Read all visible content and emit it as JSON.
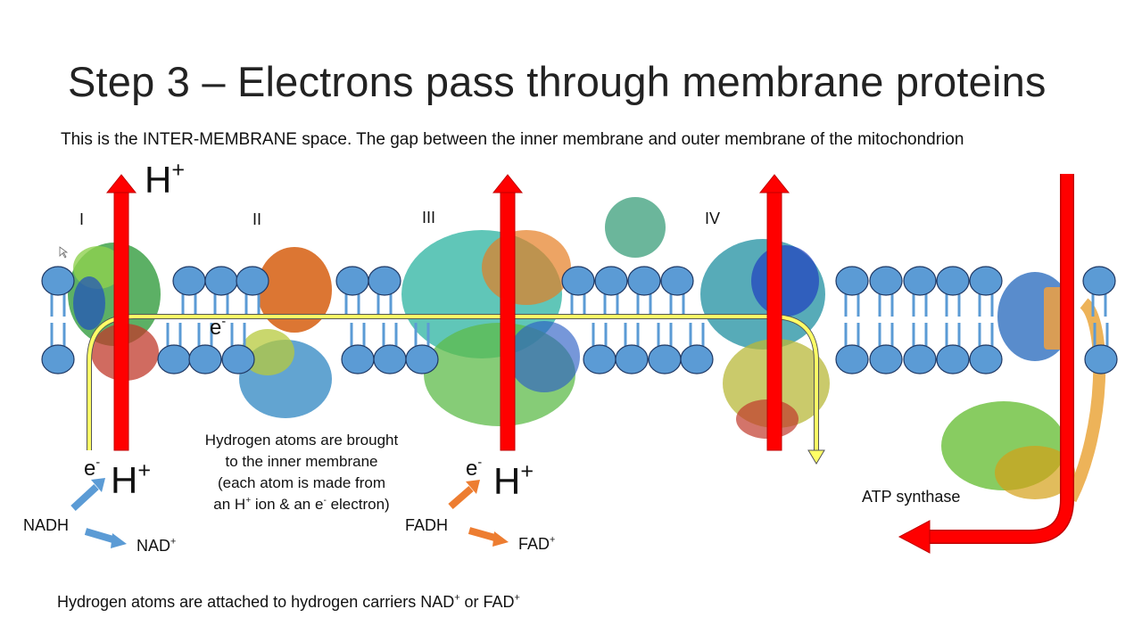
{
  "title": "Step 3 – Electrons pass through membrane proteins",
  "subtitle": "This is the INTER-MEMBRANE space. The gap between the inner membrane and outer membrane of the mitochondrion",
  "complex_labels": [
    "I",
    "II",
    "III",
    "IV"
  ],
  "proton": {
    "symbol": "H",
    "charge": "+"
  },
  "electron": {
    "symbol": "e",
    "charge": "-"
  },
  "explanation": {
    "line1": "Hydrogen atoms are brought",
    "line2": "to the inner membrane",
    "line3": "(each atom is made from",
    "line4_a": "an H",
    "line4_b": " ion  & an e",
    "line4_c": " electron)"
  },
  "carriers": {
    "nadh": "NADH",
    "nad": "NAD",
    "fadh": "FADH",
    "fad": "FAD"
  },
  "atp_synthase": "ATP synthase",
  "footer": {
    "part1": "Hydrogen atoms are attached to hydrogen carriers NAD",
    "part2": " or FAD"
  },
  "colors": {
    "phospholipid_head": "#5b9bd5",
    "head_outline": "#1f3864",
    "proton_arrow": "#ff0000",
    "electron_path": "#ffff66",
    "nadh_arrow": "#5b9bd5",
    "fadh_arrow": "#ed7d31"
  }
}
